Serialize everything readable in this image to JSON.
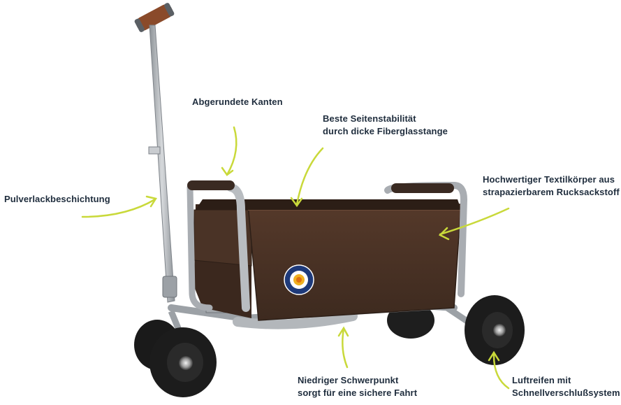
{
  "annotations": {
    "rounded_edges": [
      "Abgerundete Kanten"
    ],
    "side_stability": [
      "Beste Seitenstabilität",
      "durch dicke Fiberglasstange"
    ],
    "powder_coating": [
      "Pulverlackbeschichtung"
    ],
    "textile_body": [
      "Hochwertiger Textilkörper aus",
      "strapazierbarem Rucksackstoff"
    ],
    "low_center": [
      "Niedriger Schwerpunkt",
      "sorgt für eine sichere Fahrt"
    ],
    "tires": [
      "Luftreifen mit",
      "Schnellverschlußsystem"
    ]
  },
  "colors": {
    "label_text": "#1f2d3d",
    "arrow": "#c9d93a",
    "fabric": "#4a3326",
    "frame": "#a9adb2",
    "tire": "#1c1c1c",
    "handle_grip": "#8a4a2a"
  },
  "icons": {
    "logo": "Bollerwagen-badge"
  }
}
